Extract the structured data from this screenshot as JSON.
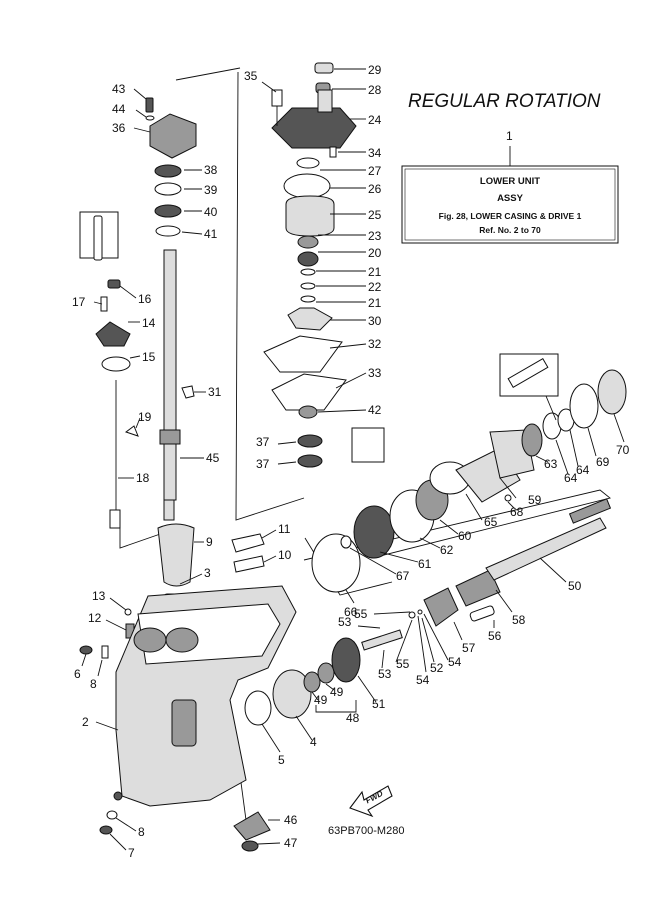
{
  "diagram": {
    "heading": "REGULAR ROTATION",
    "figure_code": "63PB700-M280",
    "fwd_label": "FWD",
    "info_box": {
      "ref_number": "1",
      "line1": "LOWER UNIT",
      "line2": "ASSY",
      "line3": "Fig. 28, LOWER CASING & DRIVE 1",
      "line4": "Ref. No. 2 to 70"
    },
    "callouts": [
      "29",
      "28",
      "24",
      "34",
      "27",
      "26",
      "25",
      "23",
      "20",
      "21",
      "22",
      "21",
      "30",
      "32",
      "33",
      "42",
      "37",
      "37",
      "35",
      "43",
      "44",
      "36",
      "38",
      "39",
      "40",
      "41",
      "16",
      "17",
      "14",
      "15",
      "31",
      "19",
      "18",
      "45",
      "11",
      "10",
      "9",
      "3",
      "13",
      "12",
      "6",
      "8",
      "2",
      "5",
      "4",
      "49",
      "49",
      "48",
      "51",
      "53",
      "55",
      "55",
      "53",
      "54",
      "52",
      "54",
      "57",
      "56",
      "58",
      "50",
      "66",
      "67",
      "61",
      "62",
      "60",
      "65",
      "68",
      "59",
      "63",
      "64",
      "64",
      "69",
      "70",
      "46",
      "47",
      "8",
      "7"
    ]
  }
}
